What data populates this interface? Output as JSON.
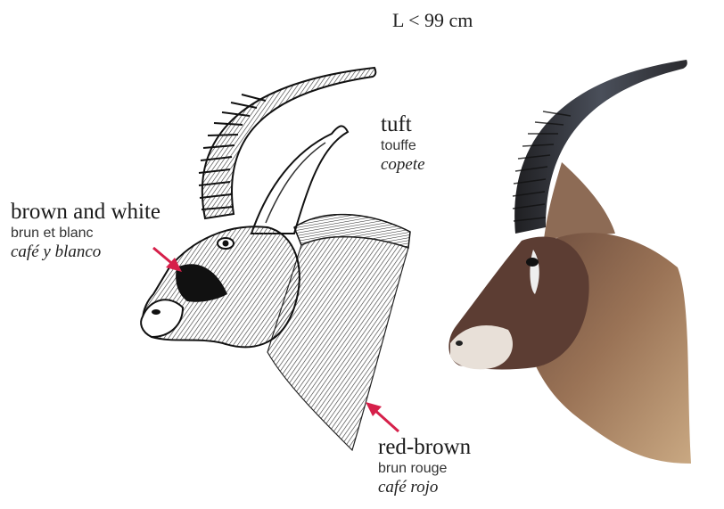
{
  "measurement": "L < 99 cm",
  "labels": {
    "tuft": {
      "en": "tuft",
      "fr": "touffe",
      "es": "copete"
    },
    "brown_white": {
      "en": "brown and white",
      "fr": "brun et blanc",
      "es": "café y blanco"
    },
    "red_brown": {
      "en": "red-brown",
      "fr": "brun rouge",
      "es": "café rojo"
    }
  },
  "colors": {
    "arrow": "#d6204a",
    "ink": "#1a1a1a"
  }
}
